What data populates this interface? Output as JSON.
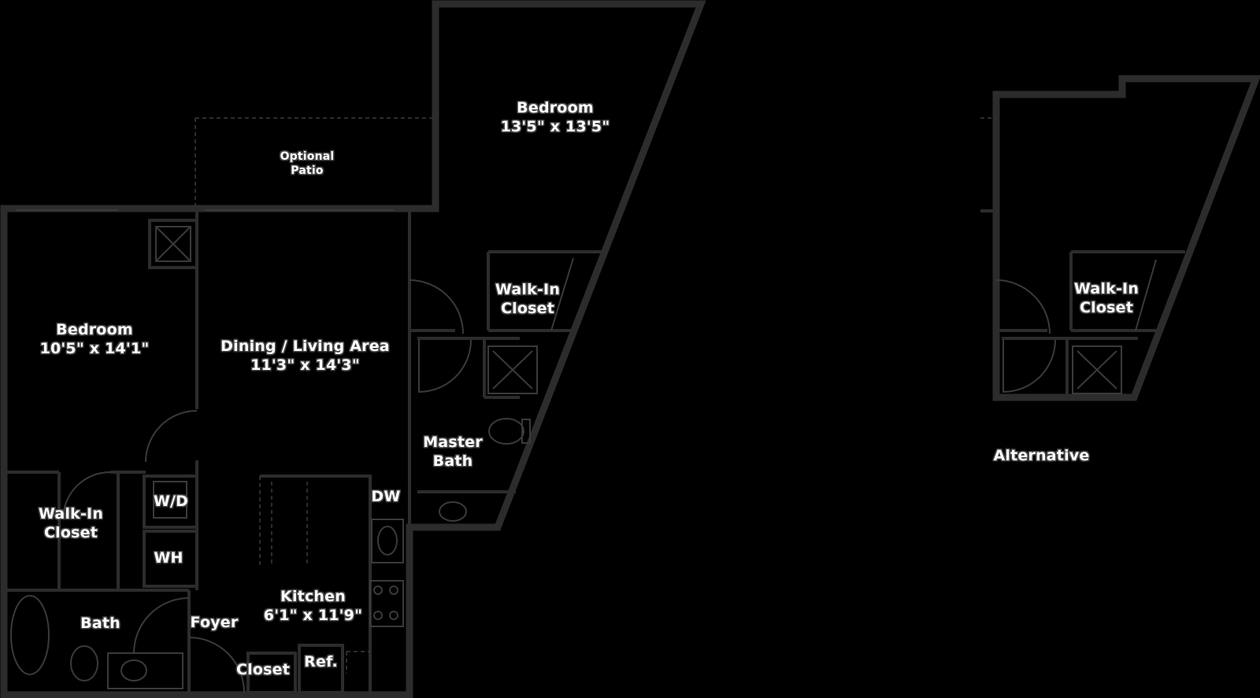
{
  "rooms": {
    "bedroom_main": {
      "name": "Bedroom",
      "size": "13'5\" x 13'5\""
    },
    "bedroom_second": {
      "name": "Bedroom",
      "size": "10'5\" x 14'1\""
    },
    "dining_living": {
      "name": "Dining / Living Area",
      "size": "11'3\" x 14'3\""
    },
    "kitchen": {
      "name": "Kitchen",
      "size": "6'1\" x 11'9\""
    },
    "patio": {
      "line1": "Optional",
      "line2": "Patio"
    },
    "walkin_closet_master": {
      "line1": "Walk-In",
      "line2": "Closet"
    },
    "walkin_closet_second": {
      "line1": "Walk-In",
      "line2": "Closet"
    },
    "master_bath": {
      "line1": "Master",
      "line2": "Bath"
    },
    "bath": "Bath",
    "foyer": "Foyer",
    "closet": "Closet",
    "wd": "W/D",
    "wh": "WH",
    "dw": "DW",
    "ref": "Ref."
  },
  "alternative": {
    "caption": "Alternative",
    "walkin_closet": {
      "line1": "Walk-In",
      "line2": "Closet"
    }
  },
  "colors": {
    "background": "#000000",
    "walls": "#2c2c2c",
    "fixtures": "#3a3a3a",
    "text": "#ffffff"
  }
}
